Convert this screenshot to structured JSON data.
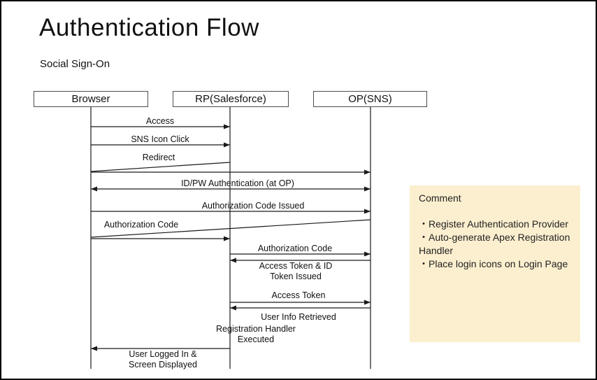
{
  "slide": {
    "title": "Authentication Flow",
    "subtitle": "Social Sign-On"
  },
  "actors": [
    {
      "label": "Browser"
    },
    {
      "label": "RP(Salesforce)"
    },
    {
      "label": "OP(SNS)"
    }
  ],
  "messages": [
    {
      "label": "Access",
      "from": "Browser",
      "to": "RP(Salesforce)"
    },
    {
      "label": "SNS Icon Click",
      "from": "Browser",
      "to": "RP(Salesforce)"
    },
    {
      "label": "Redirect",
      "from": "RP(Salesforce)",
      "to": "OP(SNS)"
    },
    {
      "label": "ID/PW Authentication (at OP)",
      "from": "Browser",
      "to": "OP(SNS)"
    },
    {
      "label": "Authorization Code Issued",
      "from": "Browser",
      "to": "OP(SNS)"
    },
    {
      "label": "Authorization Code",
      "from": "OP(SNS)",
      "to": "RP(Salesforce)"
    },
    {
      "label": "Authorization Code",
      "from": "RP(Salesforce)",
      "to": "OP(SNS)"
    },
    {
      "label": "Access Token & ID\nToken Issued",
      "from": "OP(SNS)",
      "to": "RP(Salesforce)"
    },
    {
      "label": "Access Token",
      "from": "RP(Salesforce)",
      "to": "OP(SNS)"
    },
    {
      "label": "User Info Retrieved",
      "from": "OP(SNS)",
      "to": "RP(Salesforce)"
    },
    {
      "label": "Registration Handler\nExecuted",
      "from": "RP(Salesforce)",
      "to": "RP(Salesforce)"
    },
    {
      "label": "User Logged In &\nScreen Displayed",
      "from": "RP(Salesforce)",
      "to": "Browser"
    }
  ],
  "comment": {
    "title": "Comment",
    "bullets": [
      "・Register Authentication Provider",
      "・Auto-generate Apex Registration Handler",
      "・Place login icons on Login Page"
    ]
  },
  "colors": {
    "comment_bg": "#fcefcf",
    "line": "#1a1a1a",
    "slide_border": "#000000"
  }
}
